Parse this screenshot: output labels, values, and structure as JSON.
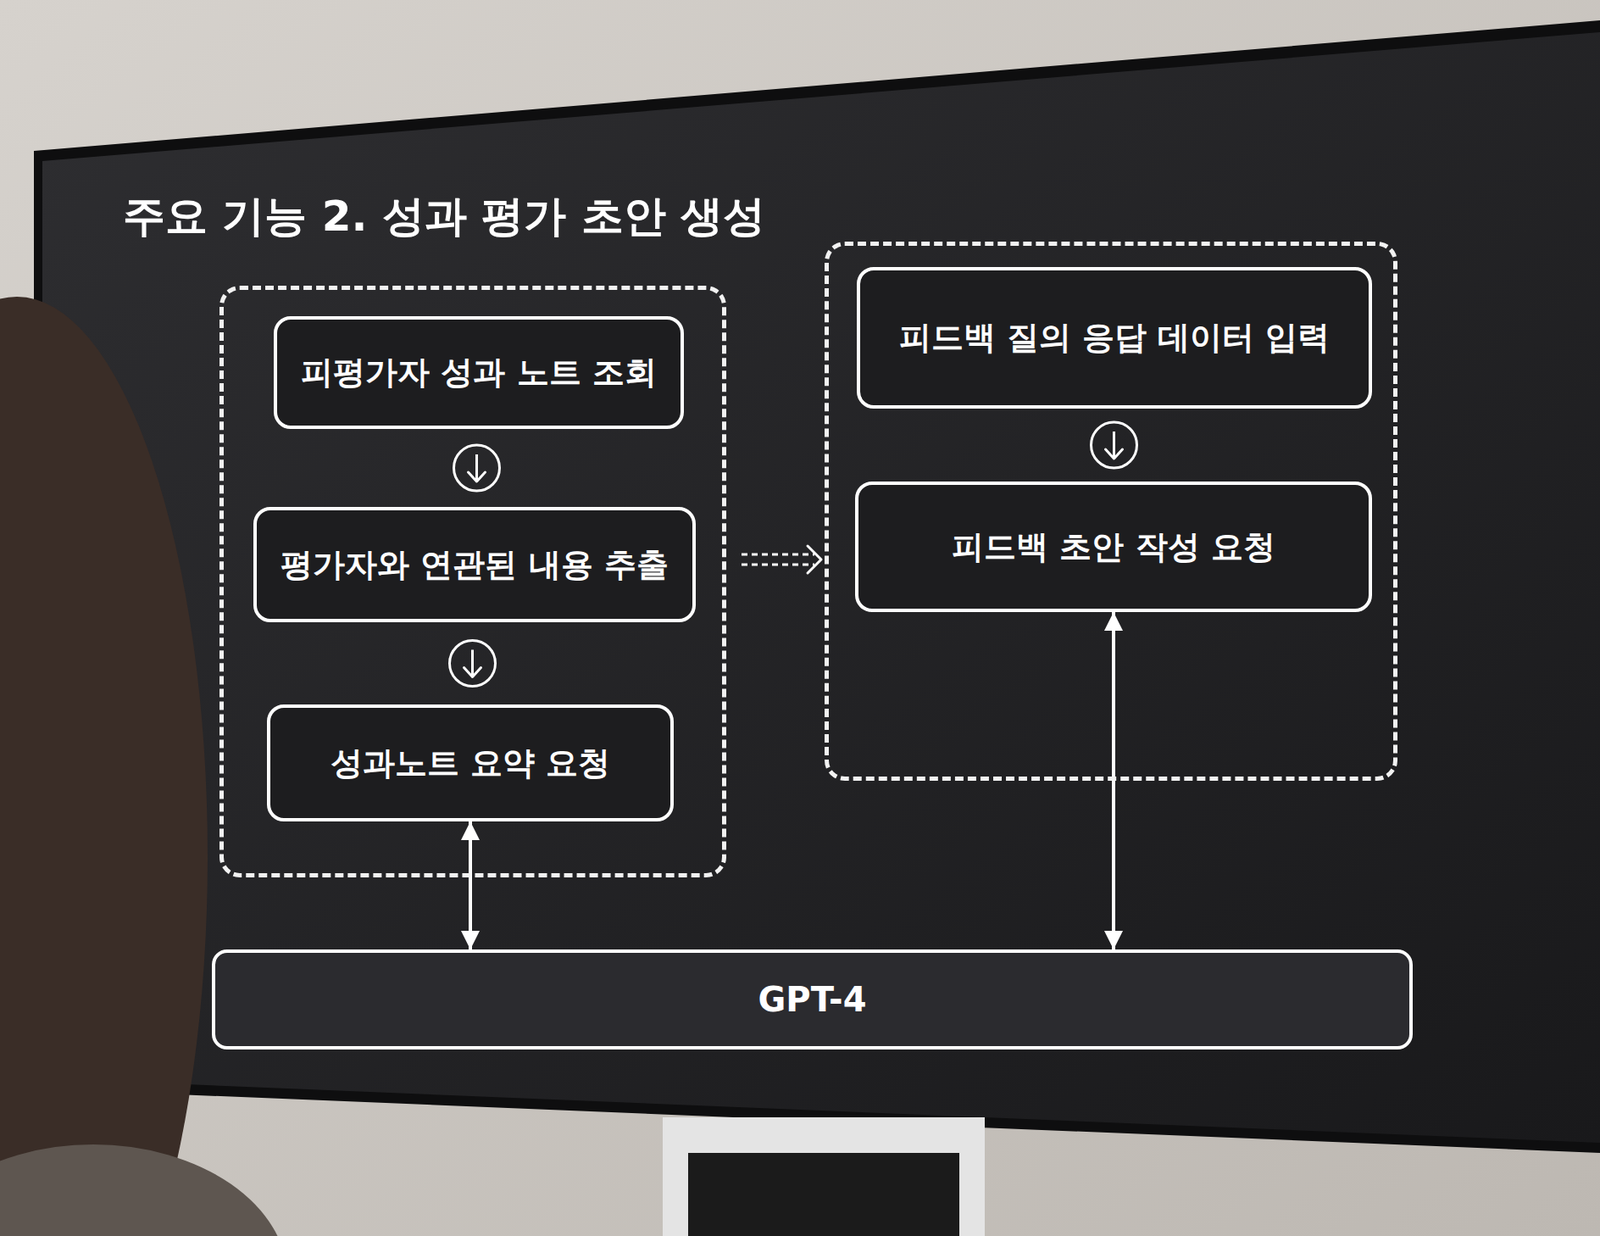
{
  "diagram": {
    "title": "주요 기능 2. 성과 평가 초안 생성",
    "nodes": [
      {
        "text": []
      },
      {
        "text": [
          "피평가자 성과 노트 조회"
        ],
        "in": 0
      },
      {
        "text": [
          "평가자와 연관된 내용 추출"
        ],
        "in": 0
      },
      {
        "text": [
          "성과노트 요약 요청"
        ],
        "in": 0
      },
      {
        "text": []
      },
      {
        "text": [
          "피드백 질의 응답 데이터 입력"
        ],
        "in": 4
      },
      {
        "text": [
          "피드백 초안 작성 요청"
        ],
        "in": 4
      },
      {
        "text": [
          "GPT-4"
        ]
      }
    ],
    "edges": [
      {
        "from": 1,
        "to": 2,
        "arrow": "to"
      },
      {
        "from": 2,
        "to": 3,
        "arrow": "to"
      },
      {
        "from": 0,
        "to": 4,
        "arrow": "to"
      },
      {
        "from": 5,
        "to": 6,
        "arrow": "to"
      },
      {
        "from": 3,
        "to": 7,
        "arrow": "both"
      },
      {
        "from": 6,
        "to": 7,
        "arrow": "both"
      }
    ]
  }
}
